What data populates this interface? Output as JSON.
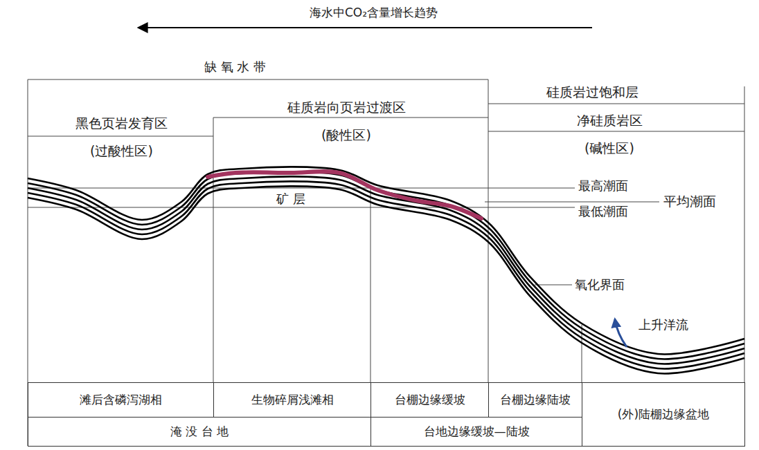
{
  "diagram": {
    "nodes": [
      {
        "text": [
          "滩后含磷泻湖相"
        ]
      },
      {
        "text": [
          "生物碎屑浅滩相"
        ]
      },
      {
        "text": [
          "台棚边缘缓坡"
        ]
      },
      {
        "text": [
          "台棚边缘陆坡"
        ]
      },
      {
        "text": [
          "(外)陆棚边缘盆地"
        ]
      },
      {
        "text": [
          "淹 没 台 地"
        ]
      },
      {
        "text": [
          "台地边缘缓坡—陆坡"
        ]
      }
    ],
    "labels": [
      "海水中CO₂含量增长趋势",
      "缺 氧 水 带",
      "黑色页岩发育区",
      "(过酸性区)",
      "硅质岩向页岩过渡区",
      "(酸性区)",
      "硅质岩过饱和层",
      "净硅质岩区",
      "(碱性区)",
      "最高潮面",
      "平均潮面",
      "最低潮面",
      "矿 层",
      "氧化界面",
      "上升洋流"
    ]
  }
}
